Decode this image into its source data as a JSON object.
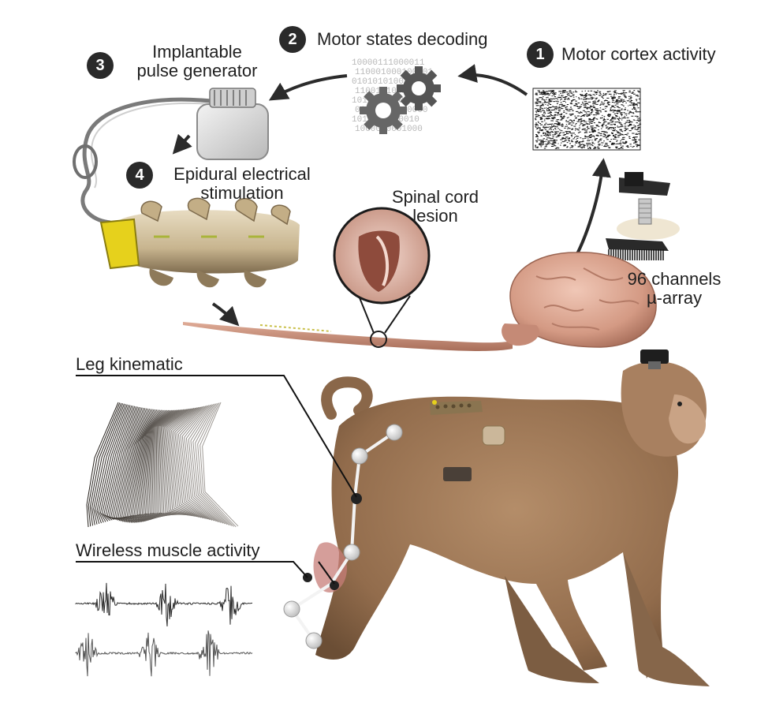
{
  "steps": [
    {
      "num": "1",
      "label": "Motor cortex activity"
    },
    {
      "num": "2",
      "label": "Motor states decoding"
    },
    {
      "num": "3",
      "label_line1": "Implantable",
      "label_line2": "pulse generator"
    },
    {
      "num": "4",
      "label_line1": "Epidural electrical",
      "label_line2": "stimulation"
    }
  ],
  "labels": {
    "lesion_line1": "Spinal cord",
    "lesion_line2": "lesion",
    "array_line1": "96 channels",
    "array_line2": "µ-array",
    "leg_kinematic": "Leg kinematic",
    "muscle_activity": "Wireless muscle activity"
  },
  "binary_lines": [
    "10000111000011",
    "110001000100101",
    "0101010100101",
    "1100101001000",
    "10100001000111",
    "01010100010000",
    "1010100100010",
    "1000010001000"
  ],
  "colors": {
    "text": "#1f1f1f",
    "badge": "#2a2a2a",
    "arrow": "#2b2b2b",
    "monkey_fur": "#9a7553",
    "monkey_dark": "#6e5238",
    "brain": "#d9a692",
    "spinal_cord": "#c98f78",
    "electrode_yellow": "#e6d11c",
    "implant_grey": "#d6d6d6",
    "kinematic_dark": "#3a302a",
    "muscle_signal": "#2a2a2a",
    "muscle_signal_2": "#555555"
  },
  "icons": [
    "gear-icon",
    "brain-icon",
    "microelectrode-array-icon",
    "pulse-generator-icon",
    "vertebrae-icon",
    "magnifier-lens-icon",
    "monkey-illustration",
    "kinematic-stick-diagram",
    "emg-signal-trace"
  ]
}
